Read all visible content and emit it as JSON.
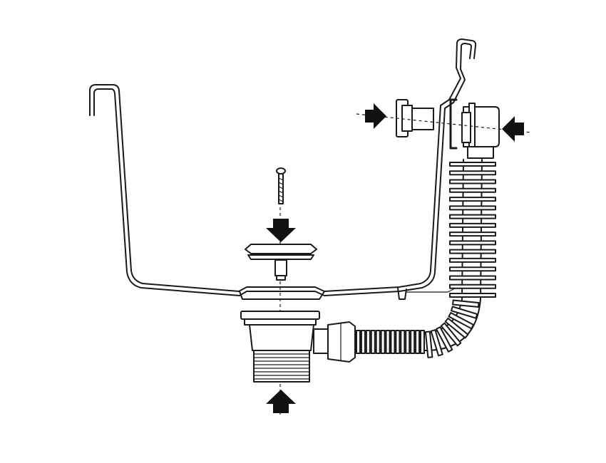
{
  "diagram": {
    "arrows": [
      {
        "name": "arrow-down-strainer",
        "direction": "down"
      },
      {
        "name": "arrow-up-outlet",
        "direction": "up"
      },
      {
        "name": "arrow-right-overflow-cap",
        "direction": "right"
      },
      {
        "name": "arrow-left-overflow-elbow",
        "direction": "left"
      }
    ],
    "hose_rings_horizontal": 14,
    "hose_rings_vertical": 16,
    "colors": {
      "line": "#1a1a1a",
      "fill": "#ffffff",
      "arrow": "#111111"
    }
  }
}
